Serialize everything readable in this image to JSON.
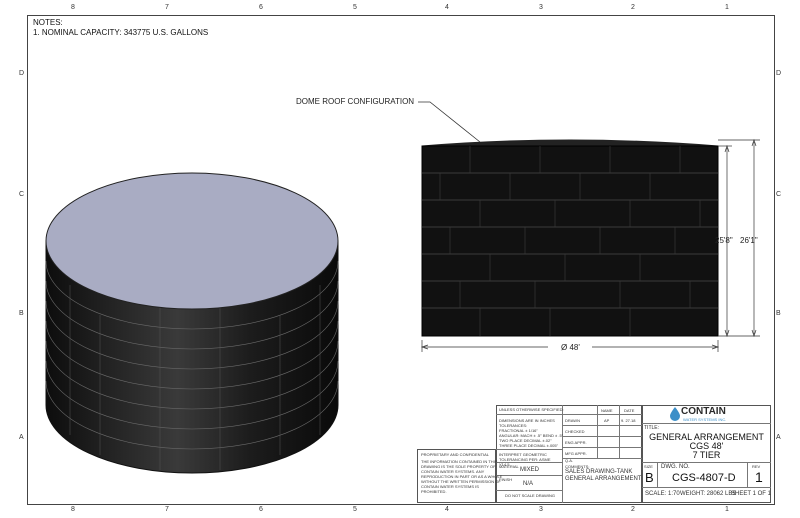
{
  "notes": {
    "heading": "NOTES:",
    "items": [
      "1. NOMINAL CAPACITY: 343775 U.S. GALLONS"
    ]
  },
  "zones": {
    "top_cols": [
      "8",
      "7",
      "6",
      "5",
      "4",
      "3",
      "2",
      "1"
    ],
    "rows": [
      "D",
      "C",
      "B",
      "A"
    ]
  },
  "callout": {
    "dome_roof": "DOME ROOF CONFIGURATION"
  },
  "dimensions": {
    "shell_height": "25'8\"",
    "total_height": "26'1\"",
    "diameter": "Ø 48'"
  },
  "title_block": {
    "tolerances_header": "UNLESS OTHERWISE SPECIFIED:",
    "tolerances_lines": [
      "DIMENSIONS ARE IN INCHES",
      "TOLERANCES:",
      "FRACTIONAL ± 1/16\"",
      "ANGULAR: MACH ± .5° BEND ± .5°",
      "TWO PLACE DECIMAL   ±.02\"",
      "THREE PLACE DECIMAL  ±.005\""
    ],
    "geometric": "INTERPRET GEOMETRIC TOLERANCING PER: ASME Y14.5",
    "material_label": "MATERIAL",
    "material": "MIXED",
    "finish_label": "FINISH",
    "finish": "N/A",
    "no_scale": "DO NOT SCALE DRAWING",
    "proprietary_title": "PROPRIETARY AND CONFIDENTIAL",
    "proprietary_text": [
      "THE INFORMATION CONTAINED IN THIS",
      "DRAWING IS THE SOLE PROPERTY OF",
      "CONTAIN WATER SYSTEMS. ANY",
      "REPRODUCTION IN PART OR AS A WHOLE",
      "WITHOUT THE WRITTEN PERMISSION OF",
      "CONTAIN WATER SYSTEMS IS",
      "PROHIBITED."
    ],
    "col_name": "NAME",
    "col_date": "DATE",
    "drawn_label": "DRAWN",
    "drawn_name": "AP",
    "drawn_date": "9. 27.18",
    "checked_label": "CHECKED",
    "eng_label": "ENG APPR.",
    "mfg_label": "MFG APPR.",
    "qa_label": "Q.A.",
    "comments_label": "COMMENTS:",
    "comments": [
      "SALES DRAWING-TANK",
      "GENERAL ARRANGEMENT"
    ],
    "logo_name": "CONTAIN",
    "logo_sub": "WATER SYSTEMS INC.",
    "title_label": "TITLE:",
    "title_lines": [
      "GENERAL ARRANGEMENT",
      "CGS 48'",
      "7 TIER"
    ],
    "size_label": "SIZE",
    "size": "B",
    "dwg_label": "DWG. NO.",
    "dwg_no": "CGS-4807-D",
    "rev_label": "REV",
    "rev": "1",
    "scale": "SCALE: 1:70",
    "weight": "WEIGHT: 28062 LBS",
    "sheet": "SHEET 1 OF 1"
  },
  "colors": {
    "tank_top": "#a9acc3",
    "tank_wall": "#1a1a1a",
    "line": "#333333"
  }
}
